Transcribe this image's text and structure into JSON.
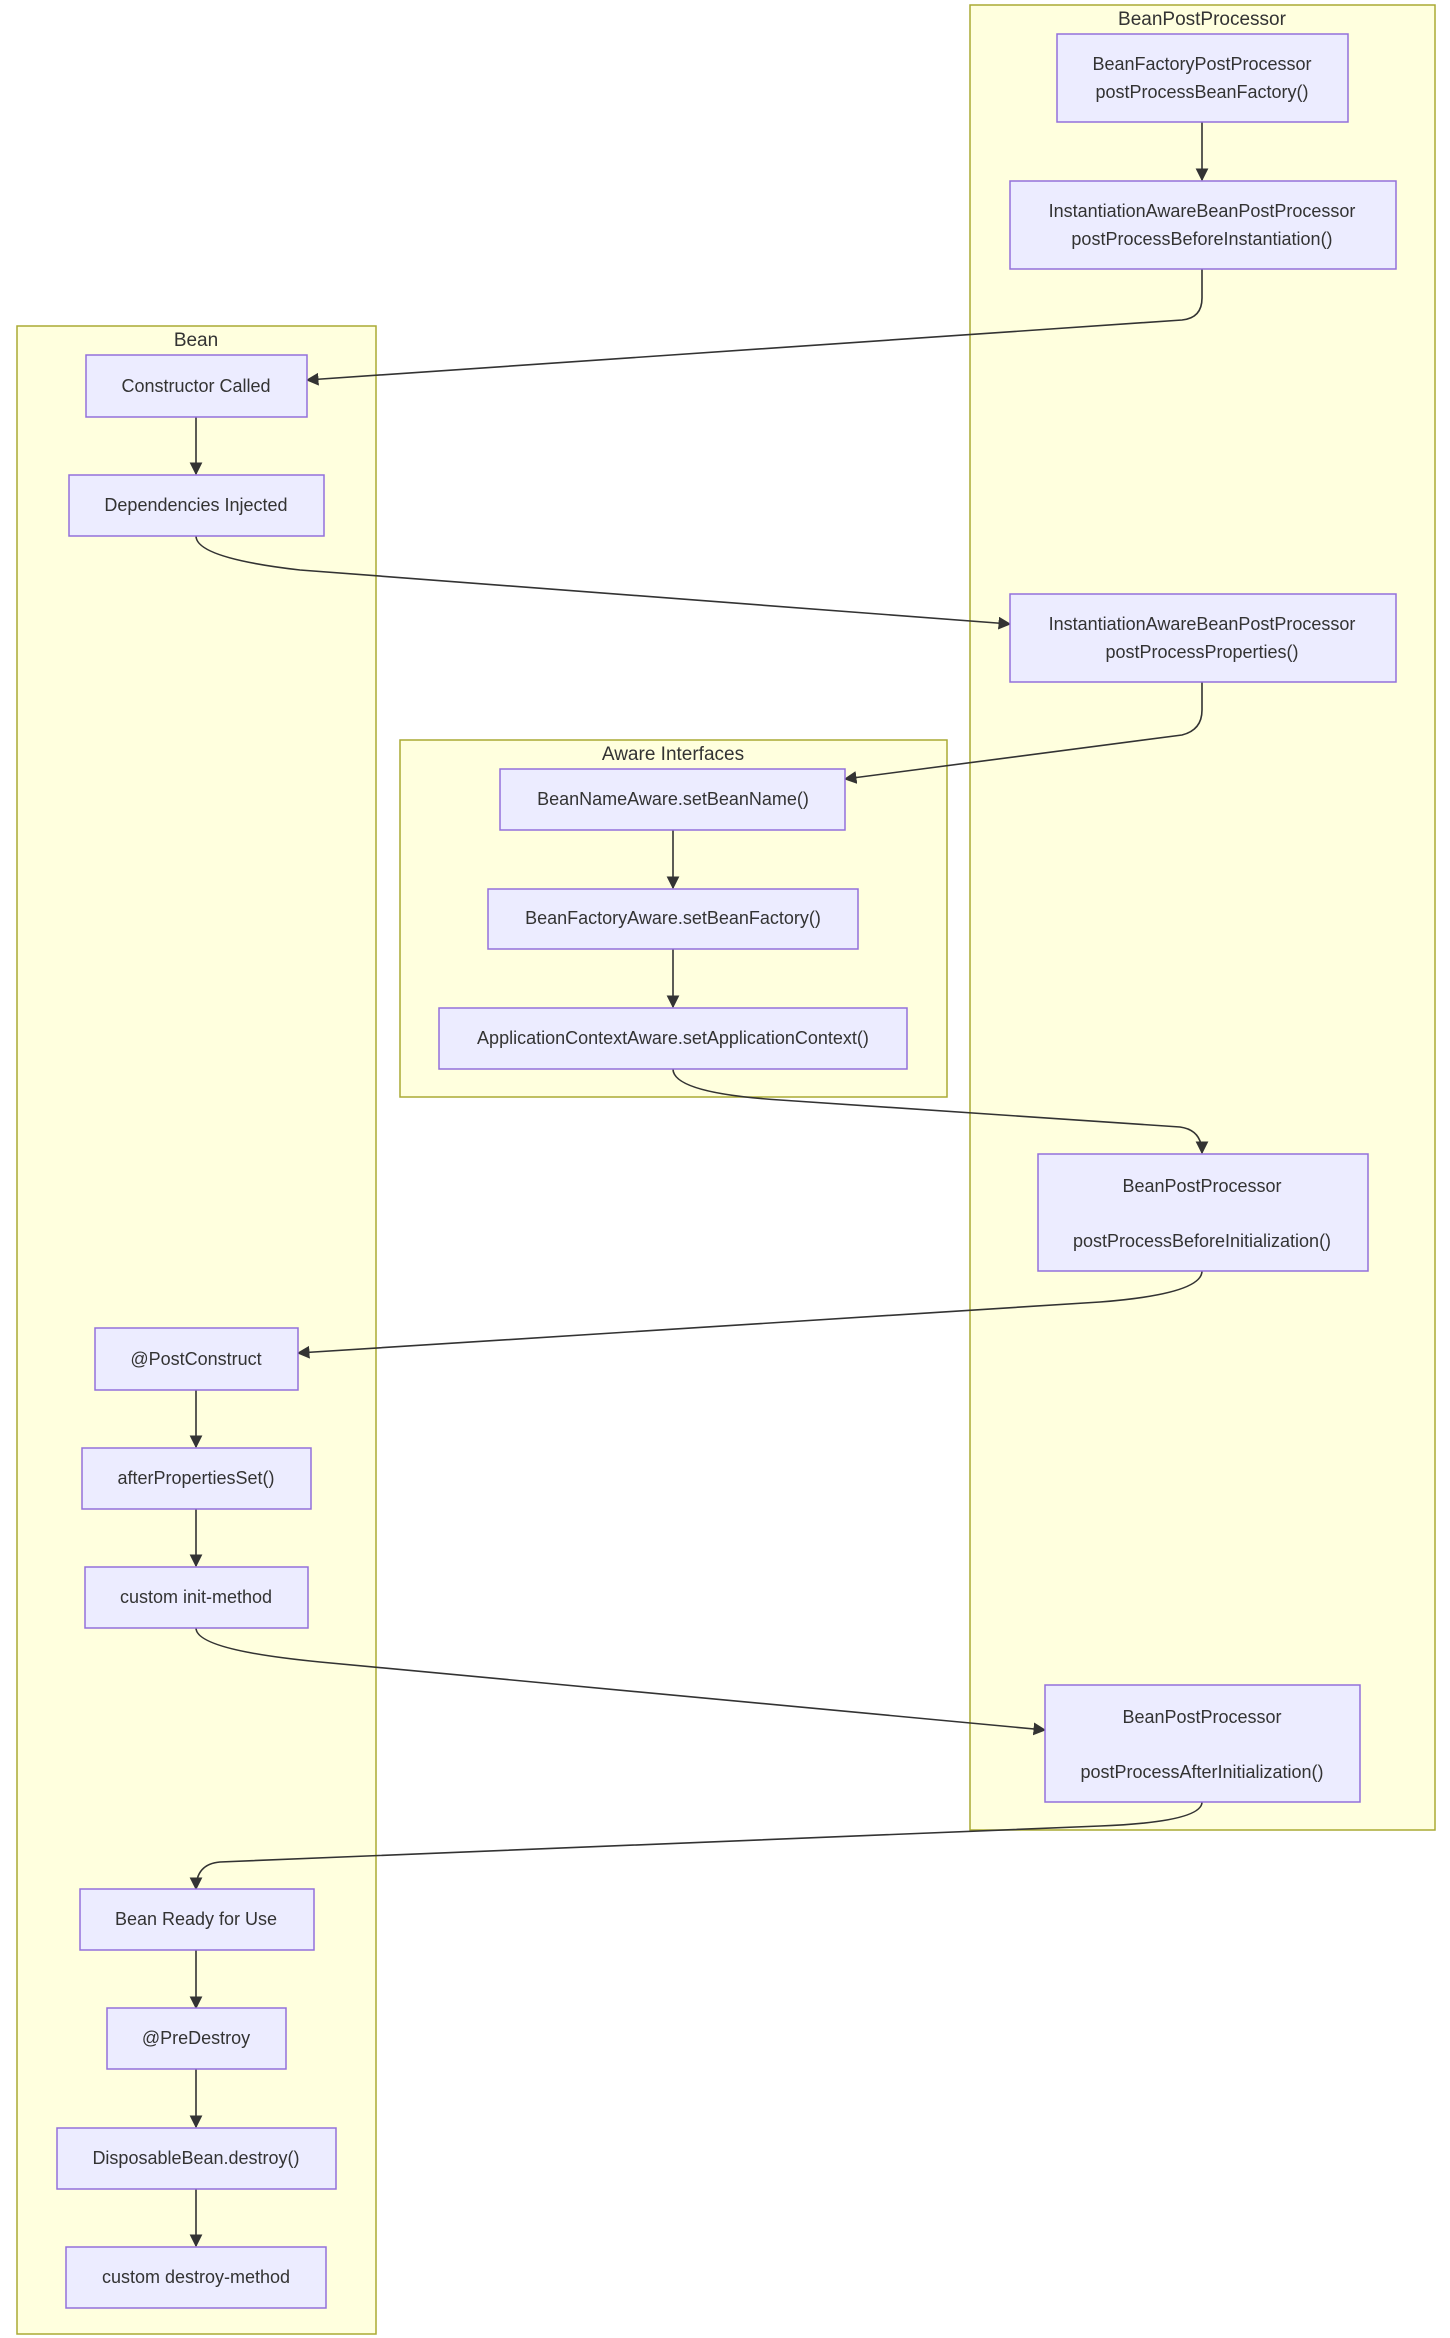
{
  "clusters": {
    "bpp": "BeanPostProcessor",
    "bean": "Bean",
    "aware": "Aware Interfaces"
  },
  "nodes": {
    "bfpp": [
      "BeanFactoryPostProcessor",
      "postProcessBeanFactory()"
    ],
    "iabpp_before": [
      "InstantiationAwareBeanPostProcessor",
      "postProcessBeforeInstantiation()"
    ],
    "iabpp_props": [
      "InstantiationAwareBeanPostProcessor",
      "postProcessProperties()"
    ],
    "bpp_before_init": [
      "BeanPostProcessor",
      "postProcessBeforeInitialization()"
    ],
    "bpp_after_init": [
      "BeanPostProcessor",
      "postProcessAfterInitialization()"
    ],
    "constructor": "Constructor Called",
    "deps": "Dependencies Injected",
    "post_construct": "@PostConstruct",
    "after_props": "afterPropertiesSet()",
    "init_method": "custom init-method",
    "ready": "Bean Ready for Use",
    "pre_destroy": "@PreDestroy",
    "destroy": "DisposableBean.destroy()",
    "destroy_method": "custom destroy-method",
    "bean_name_aware": "BeanNameAware.setBeanName()",
    "bean_factory_aware": "BeanFactoryAware.setBeanFactory()",
    "app_ctx_aware": "ApplicationContextAware.setApplicationContext()"
  },
  "colors": {
    "cluster_fill": "#ffffde",
    "cluster_border": "#aaaa33",
    "node_fill": "#ececff",
    "node_border": "#9370db",
    "edge": "#333333"
  }
}
